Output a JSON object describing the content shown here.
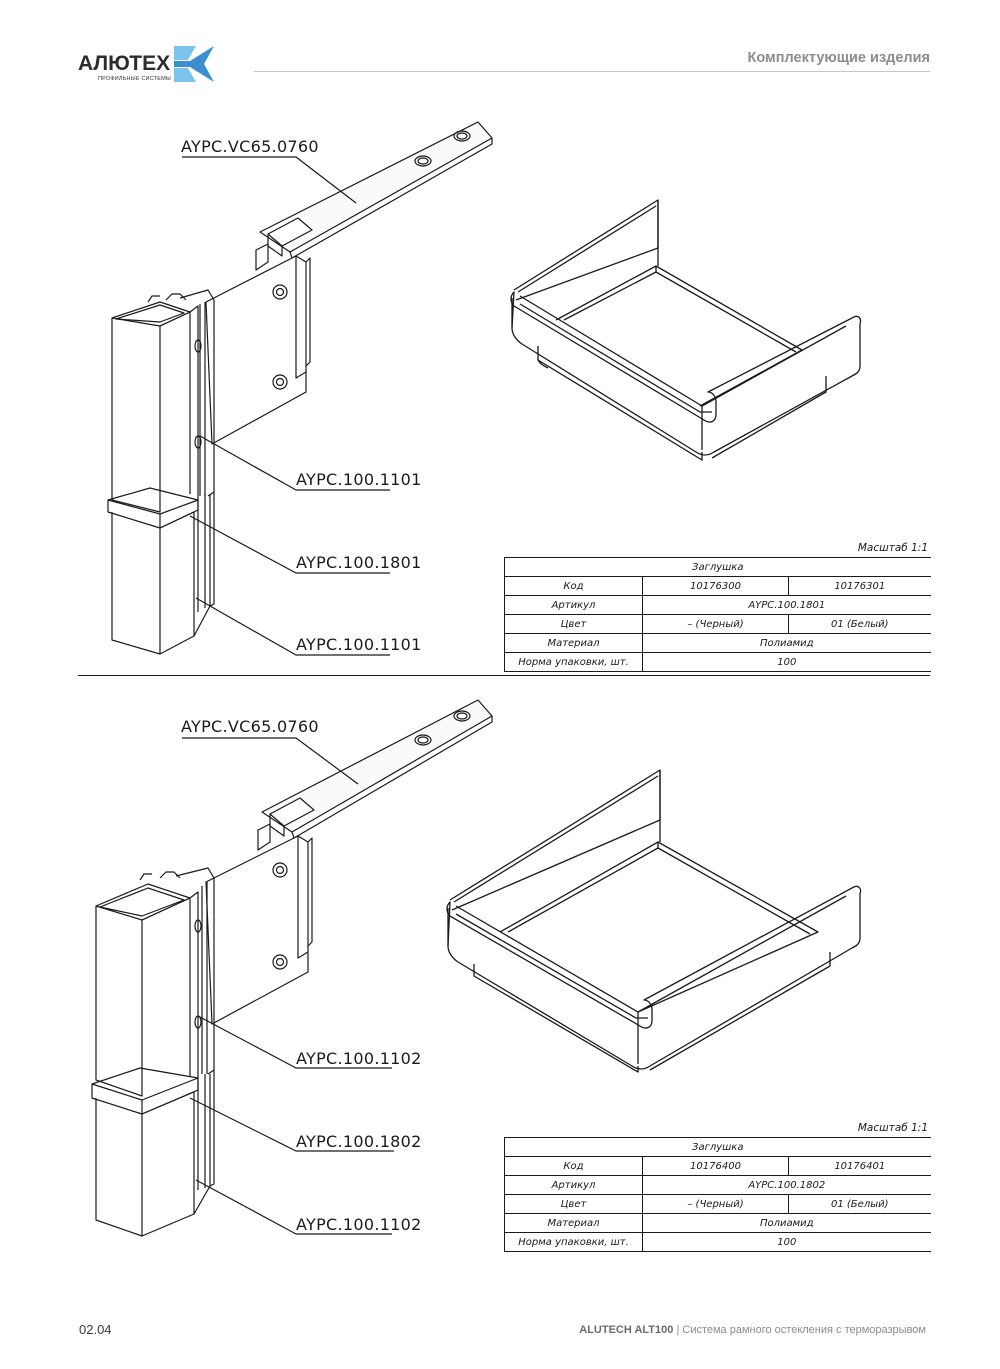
{
  "header": {
    "logo_text": "АЛЮТЕХ",
    "logo_subtitle": "ПРОФИЛЬНЫЕ СИСТЕМЫ",
    "title": "Комплектующие изделия"
  },
  "colors": {
    "logo_blue": "#3b8fd0",
    "logo_light_blue": "#7cc4ec",
    "header_gray": "#8c8c8c"
  },
  "sections": [
    {
      "callouts": {
        "bracket": "AYPC.VC65.0760",
        "upper_profile": "AYPC.100.1101",
        "plug": "AYPC.100.1801",
        "lower_profile": "AYPC.100.1101"
      },
      "table": {
        "scale": "Масштаб 1:1",
        "title": "Заглушка",
        "rows": {
          "code_label": "Код",
          "code_1": "10176300",
          "code_2": "10176301",
          "article_label": "Артикул",
          "article": "AYPC.100.1801",
          "color_label": "Цвет",
          "color_1": "– (Черный)",
          "color_2": "01 (Белый)",
          "material_label": "Материал",
          "material": "Полиамид",
          "pack_label": "Норма упаковки, шт.",
          "pack": "100"
        }
      }
    },
    {
      "callouts": {
        "bracket": "AYPC.VC65.0760",
        "upper_profile": "AYPC.100.1102",
        "plug": "AYPC.100.1802",
        "lower_profile": "AYPC.100.1102"
      },
      "table": {
        "scale": "Масштаб 1:1",
        "title": "Заглушка",
        "rows": {
          "code_label": "Код",
          "code_1": "10176400",
          "code_2": "10176401",
          "article_label": "Артикул",
          "article": "AYPC.100.1802",
          "color_label": "Цвет",
          "color_1": "– (Черный)",
          "color_2": "01 (Белый)",
          "material_label": "Материал",
          "material": "Полиамид",
          "pack_label": "Норма упаковки, шт.",
          "pack": "100"
        }
      }
    }
  ],
  "footer": {
    "page_number": "02.04",
    "brand": "ALUTECH ALT100",
    "separator": "|",
    "description": "Система рамного остекления с терморазрывом"
  }
}
